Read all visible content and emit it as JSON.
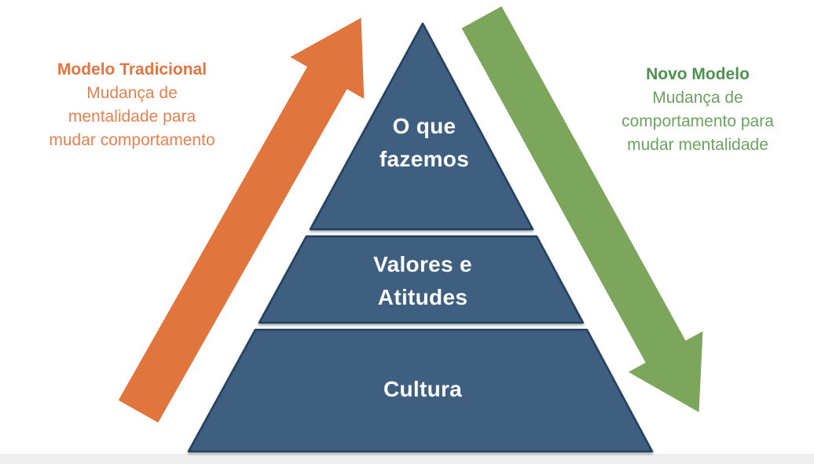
{
  "diagram": {
    "background_color": "#ffffff",
    "footer_strip_color": "#efefef",
    "left_annotation": {
      "title": "Modelo Tradicional",
      "lines": [
        "Mudança de",
        "mentalidade para",
        "mudar comportamento"
      ],
      "title_color": "#E2743F",
      "text_color": "#E6814F"
    },
    "right_annotation": {
      "title": "Novo Modelo",
      "lines": [
        "Mudança de",
        "comportamento para",
        "mudar mentalidade"
      ],
      "title_color": "#4F9150",
      "text_color": "#6CA361"
    },
    "pyramid": {
      "fill_color": "#3E5F80",
      "border_color": "#24405C",
      "label_color": "#FFFFFF",
      "levels": [
        {
          "label": "O que fazemos",
          "lines": [
            "O que",
            "fazemos"
          ]
        },
        {
          "label": "Valores e Atitudes",
          "lines": [
            "Valores e",
            "Atitudes"
          ]
        },
        {
          "label": "Cultura",
          "lines": [
            "Cultura"
          ]
        }
      ]
    },
    "arrows": {
      "up": {
        "name": "up-arrow",
        "color": "#E0763E",
        "meaning": "Modelo Tradicional"
      },
      "down": {
        "name": "down-arrow",
        "color": "#7BA65C",
        "meaning": "Novo Modelo"
      }
    }
  }
}
